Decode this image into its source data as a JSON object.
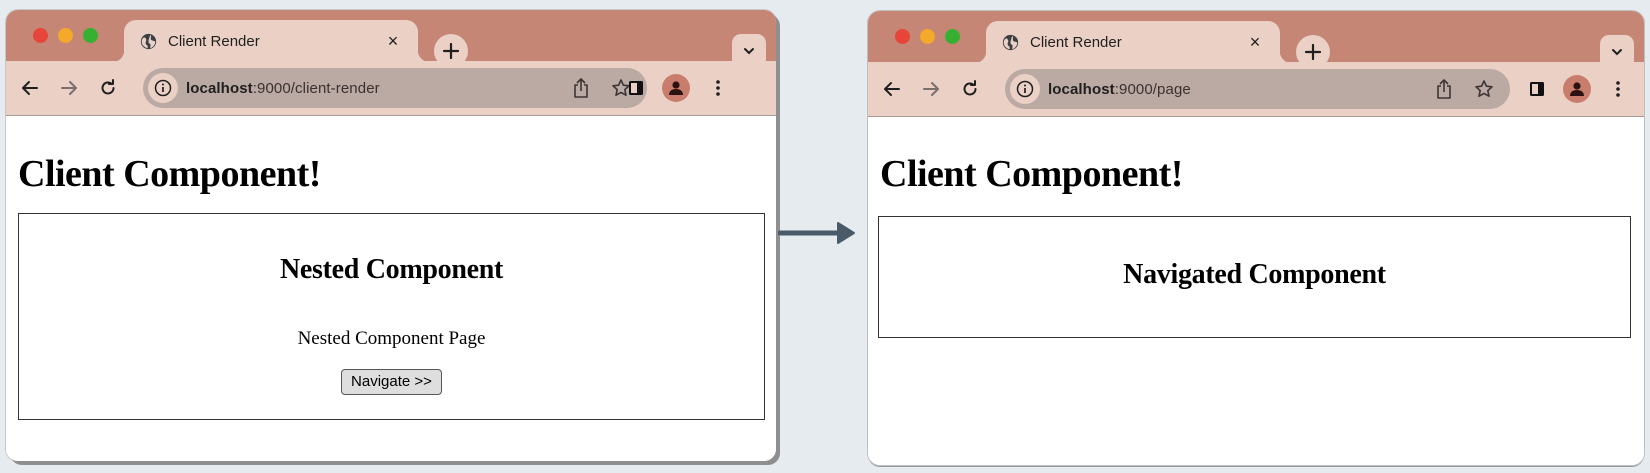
{
  "colors": {
    "tabstrip_bg": "#c58676",
    "toolbar_bg": "#ebd0c6",
    "omnibox_bg": "#bba9a3",
    "avatar_bg": "#c97d6c",
    "arrow": "#4b5a68",
    "canvas_bg": "#e6ebf0"
  },
  "windows": [
    {
      "id": "before",
      "tab": {
        "title": "Client Render",
        "icon": "globe-icon",
        "close": "×"
      },
      "new_tab_label": "+",
      "address": {
        "host": "localhost",
        "rest": ":9000/client-render"
      },
      "page": {
        "heading": "Client Component!",
        "box": {
          "title": "Nested Component",
          "text": "Nested Component Page",
          "button_label": "Navigate >>"
        }
      }
    },
    {
      "id": "after",
      "tab": {
        "title": "Client Render",
        "icon": "globe-icon",
        "close": "×"
      },
      "new_tab_label": "+",
      "address": {
        "host": "localhost",
        "rest": ":9000/page"
      },
      "page": {
        "heading": "Client Component!",
        "box": {
          "title": "Navigated Component"
        }
      }
    }
  ],
  "transition_arrow": "right-arrow-icon"
}
